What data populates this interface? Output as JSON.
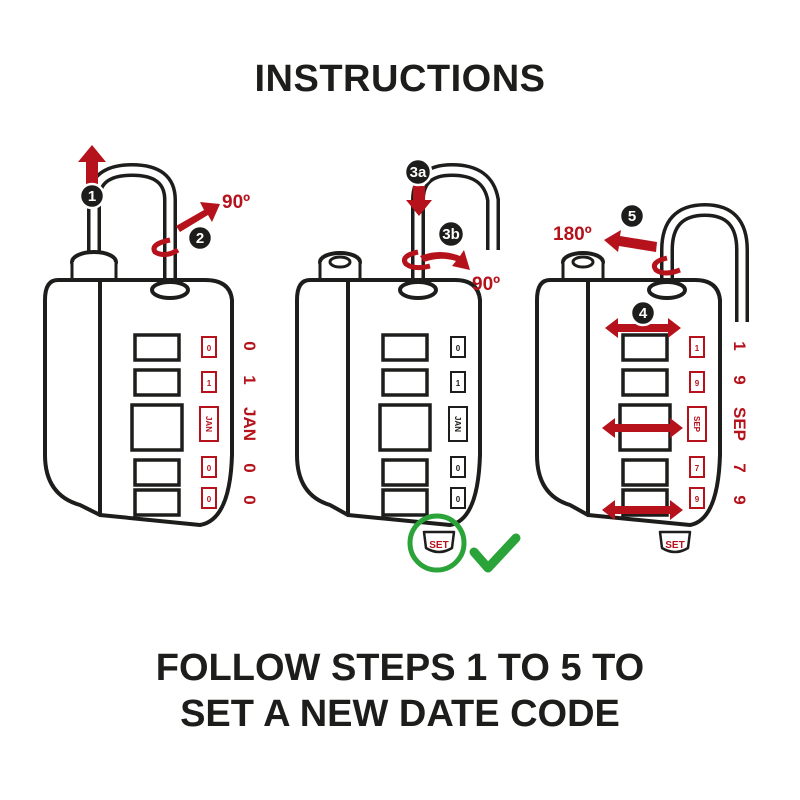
{
  "title": "INSTRUCTIONS",
  "footer": {
    "line1": "FOLLOW STEPS 1 TO 5 TO",
    "line2": "SET A NEW DATE CODE"
  },
  "colors": {
    "accent_red": "#b5121b",
    "outline": "#1d1d1b",
    "success_green": "#2aa338"
  },
  "steps": {
    "s1": "1",
    "s2": "2",
    "s3a": "3a",
    "s3b": "3b",
    "s4": "4",
    "s5": "5"
  },
  "angles": {
    "a2": "90º",
    "a3b": "90º",
    "a5": "180º"
  },
  "lock1": {
    "dials": [
      "0",
      "1",
      "JAN",
      "0",
      "0"
    ],
    "code_side": [
      "0",
      "1",
      "JAN",
      "0",
      "0"
    ]
  },
  "lock2": {
    "dials": [
      "0",
      "1",
      "JAN",
      "0",
      "0"
    ],
    "set_label": "SET",
    "check_icon": "check-icon"
  },
  "lock3": {
    "dials": [
      "1",
      "9",
      "SEP",
      "7",
      "9"
    ],
    "code_side": [
      "1",
      "9",
      "SEP",
      "7",
      "9"
    ],
    "set_label": "SET"
  }
}
